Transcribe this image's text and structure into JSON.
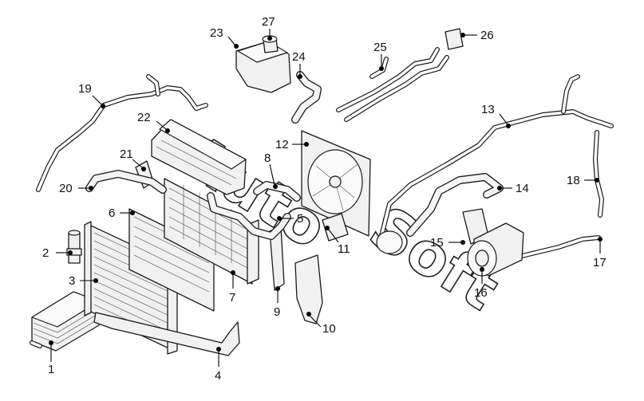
{
  "diagram": {
    "callouts": [
      {
        "id": "c1",
        "label": "1"
      },
      {
        "id": "c2",
        "label": "2"
      },
      {
        "id": "c3",
        "label": "3"
      },
      {
        "id": "c4",
        "label": "4"
      },
      {
        "id": "c5",
        "label": "5"
      },
      {
        "id": "c6",
        "label": "6"
      },
      {
        "id": "c7",
        "label": "7"
      },
      {
        "id": "c8",
        "label": "8"
      },
      {
        "id": "c9",
        "label": "9"
      },
      {
        "id": "c10",
        "label": "10"
      },
      {
        "id": "c11",
        "label": "11"
      },
      {
        "id": "c12",
        "label": "12"
      },
      {
        "id": "c13",
        "label": "13"
      },
      {
        "id": "c14",
        "label": "14"
      },
      {
        "id": "c15",
        "label": "15"
      },
      {
        "id": "c16",
        "label": "16"
      },
      {
        "id": "c17",
        "label": "17"
      },
      {
        "id": "c18",
        "label": "18"
      },
      {
        "id": "c19",
        "label": "19"
      },
      {
        "id": "c20",
        "label": "20"
      },
      {
        "id": "c21",
        "label": "21"
      },
      {
        "id": "c22",
        "label": "22"
      },
      {
        "id": "c23",
        "label": "23"
      },
      {
        "id": "c24",
        "label": "24"
      },
      {
        "id": "c25",
        "label": "25"
      },
      {
        "id": "c26",
        "label": "26"
      },
      {
        "id": "c27",
        "label": "27"
      }
    ]
  },
  "watermark": {
    "word1": "Auto",
    "word2": "Soft"
  }
}
